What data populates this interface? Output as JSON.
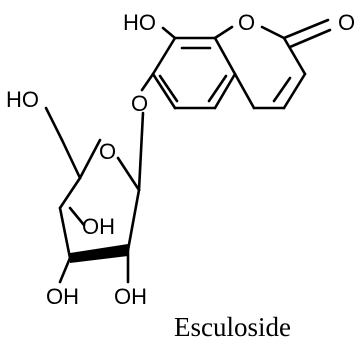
{
  "diagram": {
    "atom_labels": {
      "ho_phenol": "HO",
      "o_ring": "O",
      "o_carbonyl": "O",
      "o_glycosidic": "O",
      "ho_ch2": "HO",
      "o_pyranose": "O",
      "oh_c4": "OH",
      "oh_c3": "OH",
      "oh_c2": "OH"
    },
    "caption": "Esculoside"
  }
}
